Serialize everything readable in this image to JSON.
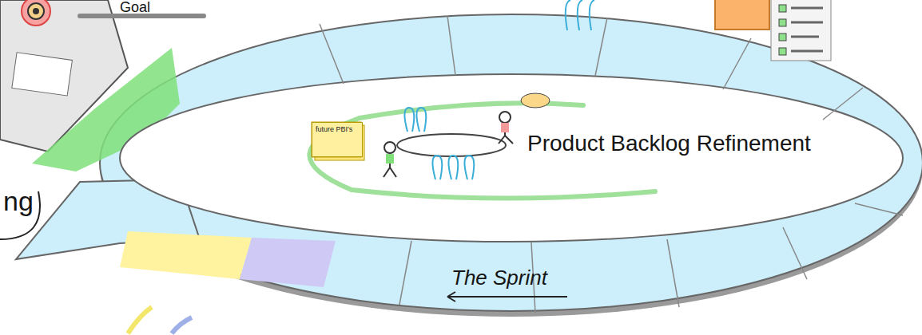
{
  "diagram": {
    "nodes": [
      {
        "text": [
          "future PBI's"
        ]
      }
    ],
    "labels": [
      "Goal",
      "Product Backlog Refinement",
      "The Sprint",
      "ng"
    ]
  }
}
